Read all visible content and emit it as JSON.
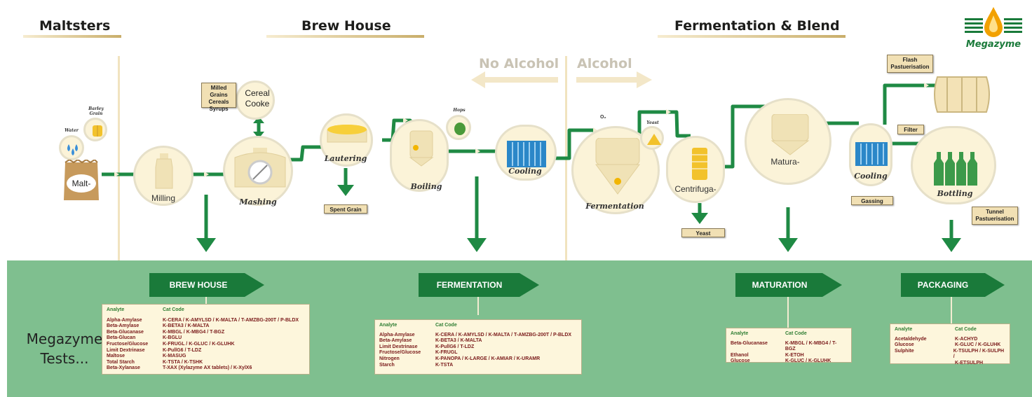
{
  "headers": {
    "maltsters": "Maltsters",
    "brew_house": "Brew House",
    "fermentation_blend": "Fermentation & Blend"
  },
  "logo": {
    "text": "Megazyme",
    "color": "#1a7a3a",
    "accent": "#f2a100"
  },
  "directions": {
    "no_alcohol": "No Alcohol",
    "alcohol": "Alcohol"
  },
  "inputs": {
    "water": "Water",
    "barley_grain": "Barley Grain",
    "malt": "Malt-",
    "hops": "Hops",
    "o2": "O₂",
    "yeast": "Yeast"
  },
  "stages": {
    "milling": "Milling",
    "mashing": "Mashing",
    "lautering": "Lautering",
    "boiling": "Boiling",
    "cooling1": "Cooling",
    "fermentation": "Fermentation",
    "centrifuga": "Centrifuga-",
    "matura": "Matura-",
    "cooling2": "Cooling",
    "bottling": "Bottling",
    "cereal_cooke": "Cereal Cooke"
  },
  "tags": {
    "milled_grains": [
      "Milled Grains",
      "Cereals",
      "Syrups"
    ],
    "spent_grain": "Spent Grain",
    "yeast_out": "Yeast",
    "gassing": "Gassing",
    "filter": "Filter",
    "flash_pasteurisation": [
      "Flash",
      "Pastuerisation"
    ],
    "tunnel_pasteurisation": [
      "Tunnel",
      "Pastuerisation"
    ]
  },
  "megazyme_tests": [
    "Megazyme",
    "Tests..."
  ],
  "colors": {
    "pipe": "#1f8a44",
    "band": "#7fbf8f",
    "banner": "#1a7a3a",
    "stage_fill": "#fbf3d8"
  },
  "panels": [
    {
      "banner": "BREW HOUSE",
      "head_analyte": "Analyte",
      "head_code": "Cat Code",
      "rows": [
        [
          "Alpha-Amylase",
          "K-CERA / K-AMYLSD / K-MALTA / T-AMZBG-200T / P-BLDX"
        ],
        [
          "Beta-Amylase",
          "K-BETA3 / K-MALTA"
        ],
        [
          "Beta-Glucanase",
          "K-MBGL / K-MBG4 / T-BGZ"
        ],
        [
          "Beta-Glucan",
          "K-BGLU"
        ],
        [
          "Fructose/Glucose",
          "K-FRUGL / K-GLUC / K-GLUHK"
        ],
        [
          "Limit Dextrinase",
          "K-PullG6 / T-LDZ"
        ],
        [
          "Maltose",
          "K-MASUG"
        ],
        [
          "Total Starch",
          "K-TSTA / K-TSHK"
        ],
        [
          "Beta-Xylanase",
          "T-XAX (Xylazyme AX tablets) / K-XylX6"
        ]
      ]
    },
    {
      "banner": "FERMENTATION",
      "head_analyte": "Analyte",
      "head_code": "Cat Code",
      "rows": [
        [
          "Alpha-Amylase",
          "K-CERA / K-AMYLSD / K-MALTA / T-AMZBG-200T / P-BLDX"
        ],
        [
          "Beta-Amylase",
          "K-BETA3 / K-MALTA"
        ],
        [
          "Limit Dextrinase",
          "K-PullG6 / T-LDZ"
        ],
        [
          "Fructose/Glucose",
          "K-FRUGL"
        ],
        [
          "Nitrogen",
          "K-PANOPA / K-LARGE / K-AMIAR / K-URAMR"
        ],
        [
          "Starch",
          "K-TSTA"
        ]
      ]
    },
    {
      "banner": "MATURATION",
      "head_analyte": "Analyte",
      "head_code": "Cat Code",
      "rows": [
        [
          "Beta-Glucanase",
          "K-MBGL / K-MBG4 / T-BGZ"
        ],
        [
          "Ethanol",
          "K-ETOH"
        ],
        [
          "Glucose",
          "K-GLUC / K-GLUHK"
        ]
      ]
    },
    {
      "banner": "PACKAGING",
      "head_analyte": "Analyte",
      "head_code": "Cat Code",
      "rows": [
        [
          "Acetaldehyde",
          "K-ACHYD"
        ],
        [
          "Glucose",
          "K-GLUC / K-GLUHK"
        ],
        [
          "Sulphite",
          "K-TSULPH / K-SULPH /"
        ],
        [
          "",
          "K-ETSULPH"
        ]
      ]
    }
  ]
}
